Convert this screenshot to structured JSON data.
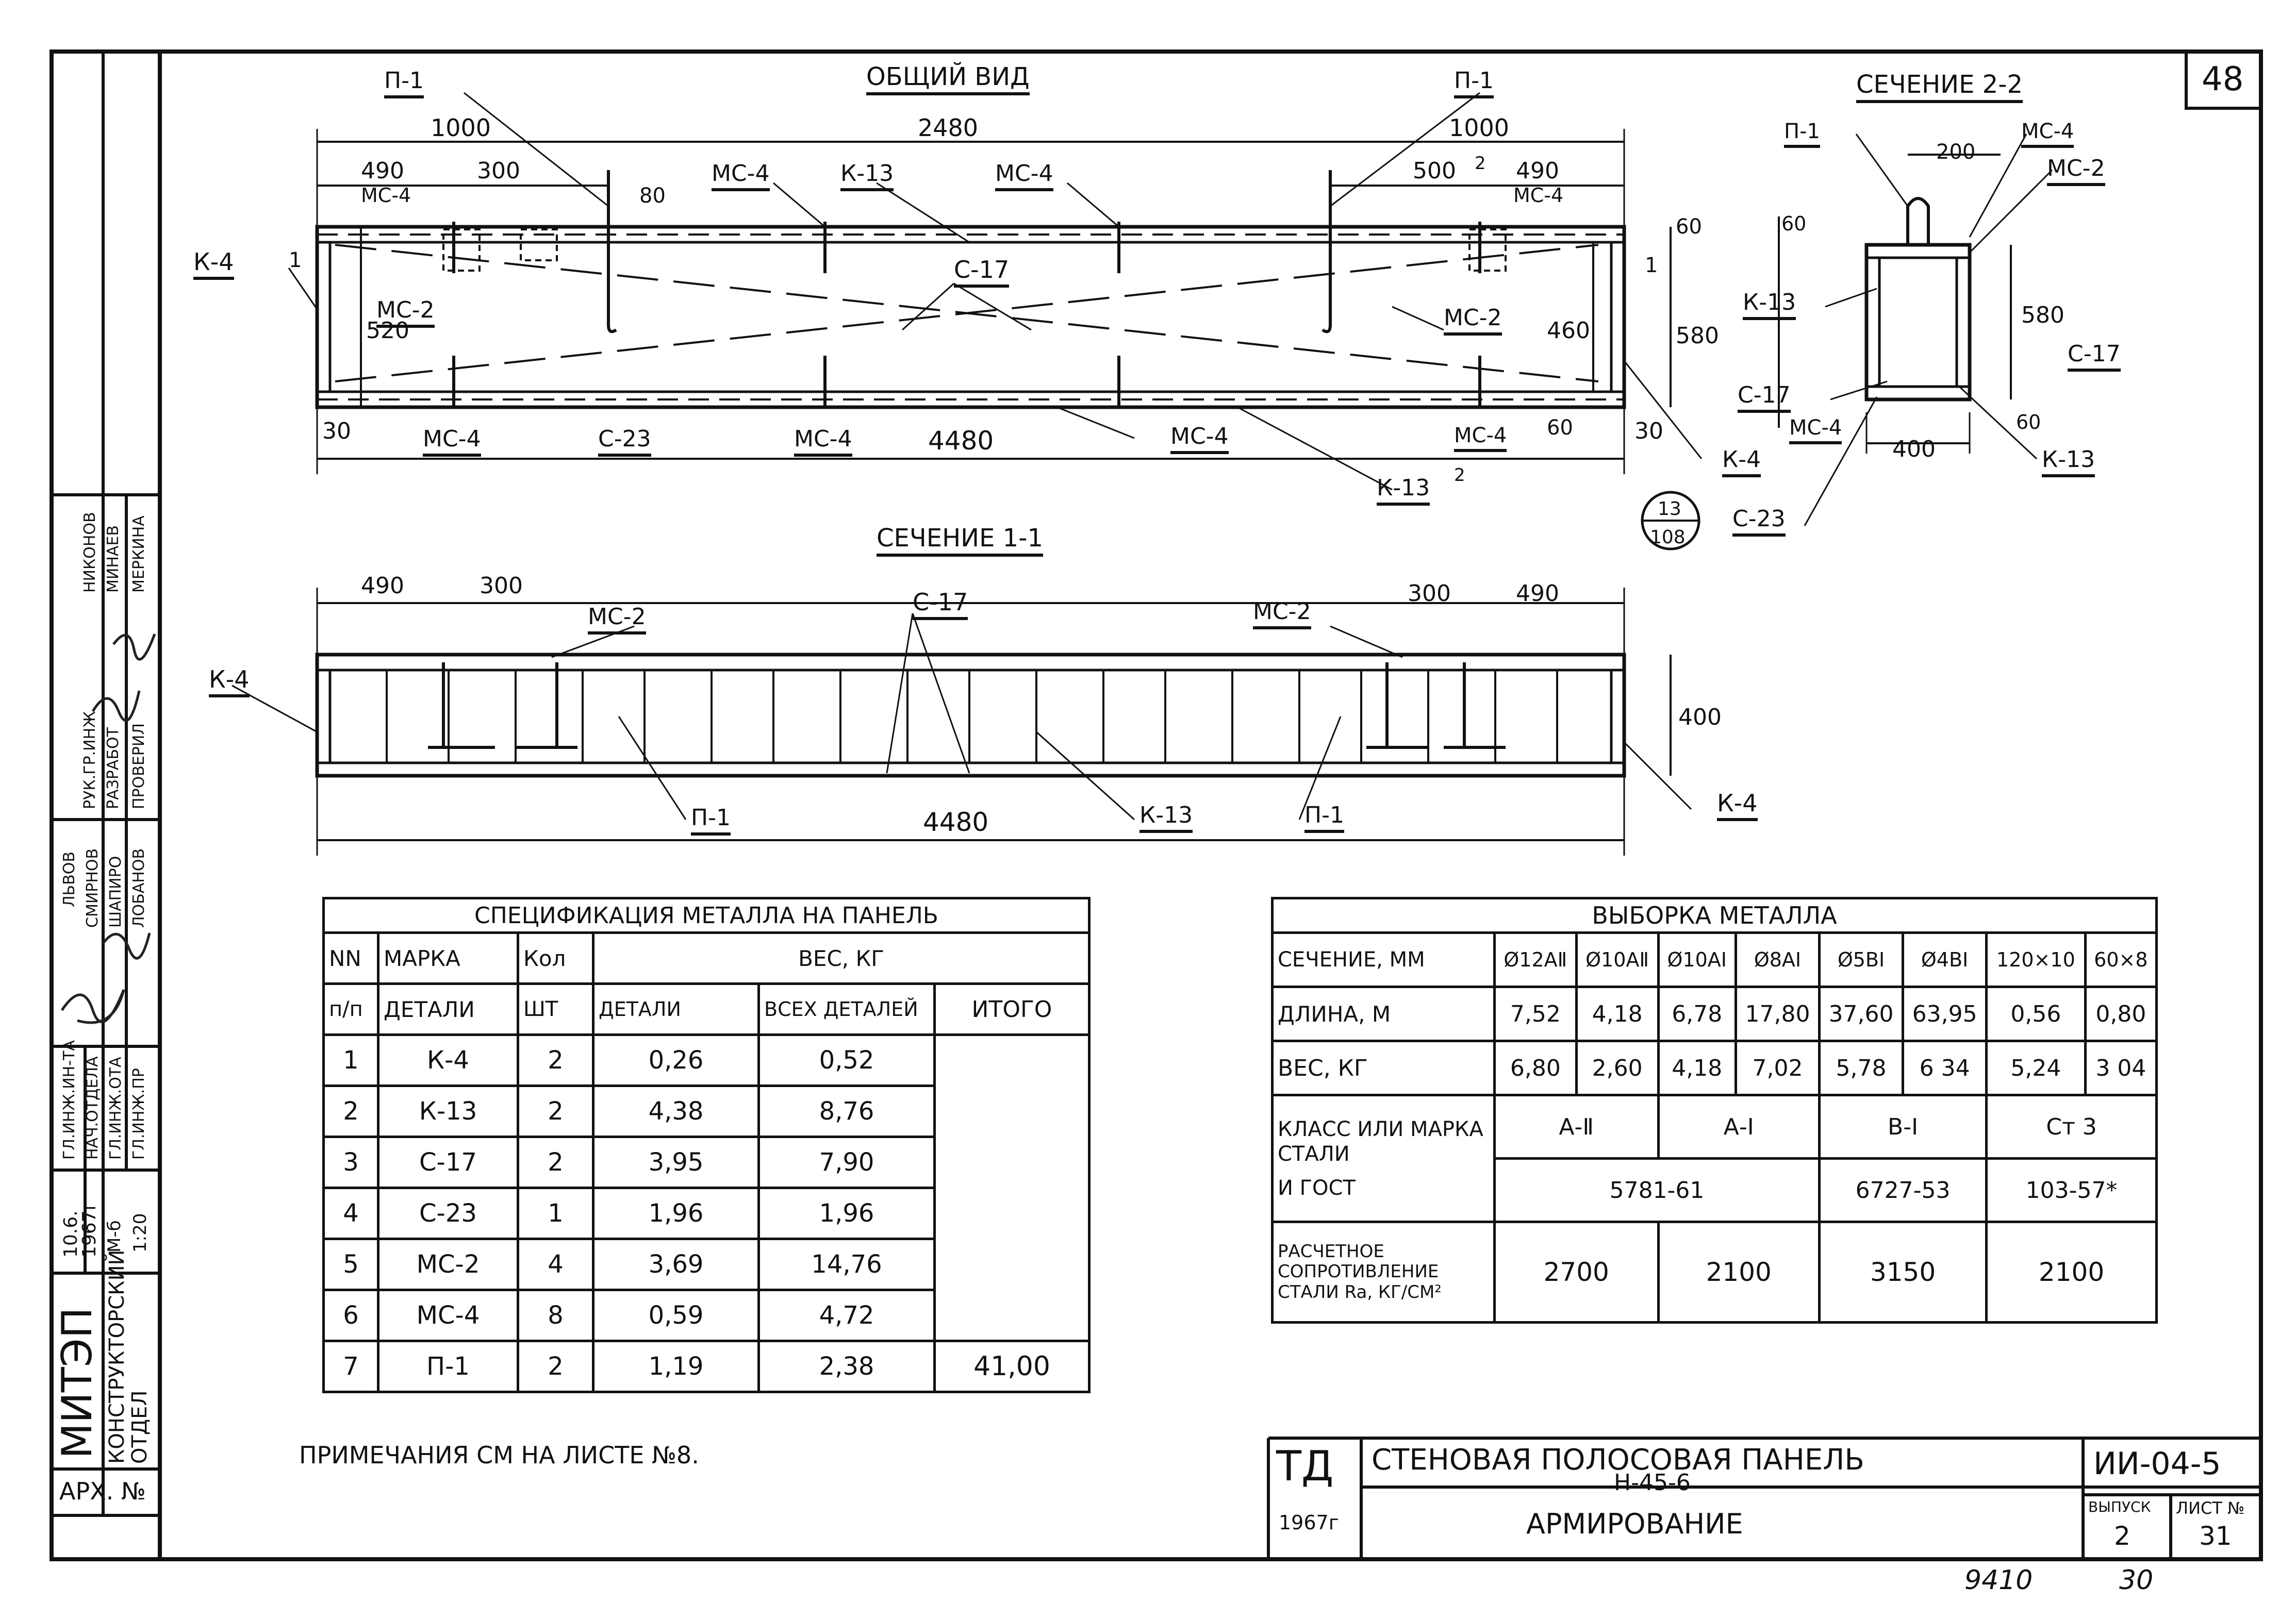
{
  "sheet_number": "48",
  "views": {
    "general_view_title": "ОБЩИЙ ВИД",
    "section_22_title": "СЕЧЕНИЕ 2-2",
    "section_11_title": "СЕЧЕНИЕ 1-1"
  },
  "general_view": {
    "dims": {
      "d2480": "2480",
      "d1000_l": "1000",
      "d1000_r": "1000",
      "d490_l": "490",
      "d300": "300",
      "d500": "500",
      "d490_r": "490",
      "d80": "80",
      "d520": "520",
      "d460": "460",
      "d580": "580",
      "d60_top": "60",
      "d60_bot": "60",
      "d30_l": "30",
      "d30_r": "30",
      "d4480": "4480",
      "d2": "2"
    },
    "labels": {
      "p1_l": "П-1",
      "p1_r": "П-1",
      "mc4_a": "МС-4",
      "k13_top": "К-13",
      "mc4_b": "МС-4",
      "mc4_r": "МС-4",
      "mc4_tl": "МС-4",
      "k4": "К-4",
      "mc2_l": "МС-2",
      "c17": "С-17",
      "mc2_r": "МС-2",
      "mc4_bl": "МС-4",
      "c23": "С-23",
      "mc4_bm": "МС-4",
      "mc4_bm2": "МС-4",
      "mc4_br": "МС-4",
      "k13_bot": "К-13",
      "k4_r": "К-4",
      "mark1_l": "1",
      "mark1_r": "1",
      "k13_frac": "2"
    },
    "callout": {
      "top": "13",
      "bottom": "108"
    }
  },
  "section_22": {
    "dims": {
      "d200": "200",
      "d60": "60",
      "d580": "580",
      "d400": "400",
      "d60b": "60"
    },
    "labels": {
      "p1": "П-1",
      "mc4": "МС-4",
      "mc2": "МС-2",
      "k13": "К-13",
      "c17_r": "С-17",
      "c17_l": "С-17",
      "mc4_b": "МС-4",
      "k13_b": "К-13",
      "c23": "С-23"
    }
  },
  "section_11": {
    "dims": {
      "d490_l": "490",
      "d300_l": "300",
      "d300_r": "300",
      "d490_r": "490",
      "d400": "400",
      "d4480": "4480"
    },
    "labels": {
      "mc2_l": "МС-2",
      "c17": "С-17",
      "mc2_r": "МС-2",
      "k4_l": "К-4",
      "k4_r": "К-4",
      "p1_l": "П-1",
      "k13": "К-13",
      "p1_r": "П-1"
    }
  },
  "spec": {
    "title": "СПЕЦИФИКАЦИЯ   МЕТАЛЛА НА ПАНЕЛЬ",
    "col_nn": "NN",
    "col_nn2": "п/п",
    "col_mark": "МАРКА",
    "col_mark2": "ДЕТАЛИ",
    "col_qty": "Кол",
    "col_qty2": "ШТ",
    "col_weight": "ВЕС, КГ",
    "col_detail": "ДЕТАЛИ",
    "col_all": "ВСЕХ ДЕТАЛЕЙ",
    "col_total": "ИТОГО",
    "rows": [
      {
        "n": "1",
        "mark": "К-4",
        "qty": "2",
        "w": "0,26",
        "wall": "0,52"
      },
      {
        "n": "2",
        "mark": "К-13",
        "qty": "2",
        "w": "4,38",
        "wall": "8,76"
      },
      {
        "n": "3",
        "mark": "С-17",
        "qty": "2",
        "w": "3,95",
        "wall": "7,90"
      },
      {
        "n": "4",
        "mark": "С-23",
        "qty": "1",
        "w": "1,96",
        "wall": "1,96"
      },
      {
        "n": "5",
        "mark": "МС-2",
        "qty": "4",
        "w": "3,69",
        "wall": "14,76"
      },
      {
        "n": "6",
        "mark": "МС-4",
        "qty": "8",
        "w": "0,59",
        "wall": "4,72"
      },
      {
        "n": "7",
        "mark": "П-1",
        "qty": "2",
        "w": "1,19",
        "wall": "2,38"
      }
    ],
    "total": "41,00"
  },
  "vyborka": {
    "title": "ВЫБОРКА   МЕТАЛЛА",
    "header_label": "СЕЧЕНИЕ, ММ",
    "headers": [
      "Ø12АⅡ",
      "Ø10АⅡ",
      "Ø10АⅠ",
      "Ø8АⅠ",
      "Ø5ВⅠ",
      "Ø4ВⅠ",
      "120×10",
      "60×8"
    ],
    "length_label": "ДЛИНА, М",
    "lengths": [
      "7,52",
      "4,18",
      "6,78",
      "17,80",
      "37,60",
      "63,95",
      "0,56",
      "0,80"
    ],
    "weight_label": "ВЕС, КГ",
    "weights": [
      "6,80",
      "2,60",
      "4,18",
      "7,02",
      "5,78",
      "6 34",
      "5,24",
      "3 04"
    ],
    "class_label": "КЛАСС ИЛИ МАРКА СТАЛИ",
    "gost_label": "И ГОСТ",
    "classes": [
      "А-Ⅱ",
      "А-Ⅰ",
      "В-Ⅰ",
      "Ст 3"
    ],
    "gosts": [
      "5781-61",
      "6727-53",
      "103-57*"
    ],
    "resist_label": "РАСЧЕТНОЕ СОПРОТИВЛЕНИЕ СТАЛИ Ra, КГ/СМ²",
    "resist": [
      "2700",
      "2100",
      "3150",
      "2100"
    ]
  },
  "note": "ПРИМЕЧАНИЯ  СМ НА ЛИСТЕ  №8.",
  "title_block": {
    "org": "ТД",
    "year": "1967г",
    "title": "СТЕНОВАЯ  ПОЛОСОВАЯ  ПАНЕЛЬ",
    "panel": "Н-45-6",
    "subtitle": "АРМИРОВАНИЕ",
    "code": "ИИ-04-5",
    "vypusk_label": "ВЫПУСК",
    "list_label": "ЛИСТ №",
    "vypusk": "2",
    "list": "31"
  },
  "bottom_numbers": {
    "a": "9410",
    "b": "30"
  },
  "stamp": {
    "org": "МИТЭП",
    "dept": "КОНСТРУКТОРСКИЙ ОТДЕЛ",
    "date": "10.6. 1967г",
    "scale_m": "М-б",
    "scale": "1:20",
    "arch": "АРХ. №",
    "roles": [
      "ГЛ.ИНЖ.ИН-ТА",
      "НАЧ.ОТДЕЛА",
      "ГЛ.ИНЖ.ОТА",
      "ГЛ.ИНЖ.ПР"
    ],
    "role_names": [
      "ЛЬВОВ",
      "СМИРНОВ",
      "ШАПИРО",
      "ЛОБАНОВ"
    ],
    "roles2": [
      "РУК.ГР.ИНЖ",
      "РАЗРАБОТ",
      "ПРОВЕРИЛ"
    ],
    "names2": [
      "НИКОНОВ",
      "МИНАЕВ",
      "МЕРКИНА"
    ]
  }
}
